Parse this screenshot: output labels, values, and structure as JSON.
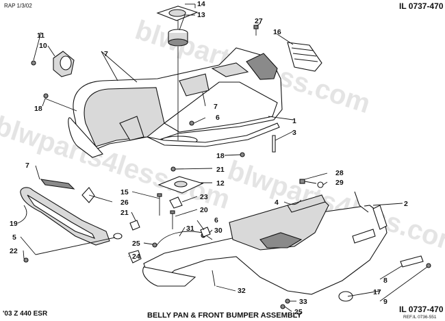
{
  "header": {
    "top_left_code": "RAP 1/3/02",
    "top_right_code": "IL 0737-470"
  },
  "footer": {
    "model": "'03 Z 440 ESR",
    "title": "BELLY PAN & FRONT BUMPER ASSEMBLY",
    "code": "IL 0737-470",
    "ref": "REF.IL 0736-551"
  },
  "watermark": {
    "text": "blwparts4less.com"
  },
  "callouts": {
    "n1": "1",
    "n2": "2",
    "n3": "3",
    "n4": "4",
    "n5": "5",
    "n6a": "6",
    "n6b": "6",
    "n7a": "7",
    "n7b": "7",
    "n7c": "7",
    "n8": "8",
    "n9": "9",
    "n10": "10",
    "n11": "11",
    "n12": "12",
    "n13": "13",
    "n14": "14",
    "n15": "15",
    "n16": "16",
    "n17": "17",
    "n18a": "18",
    "n18b": "18",
    "n19": "19",
    "n20": "20",
    "n21a": "21",
    "n21b": "21",
    "n22": "22",
    "n23": "23",
    "n24": "24",
    "n25a": "25",
    "n25b": "25",
    "n26": "26",
    "n27": "27",
    "n28": "28",
    "n29": "29",
    "n30": "30",
    "n31": "31",
    "n32": "32",
    "n33": "33"
  }
}
